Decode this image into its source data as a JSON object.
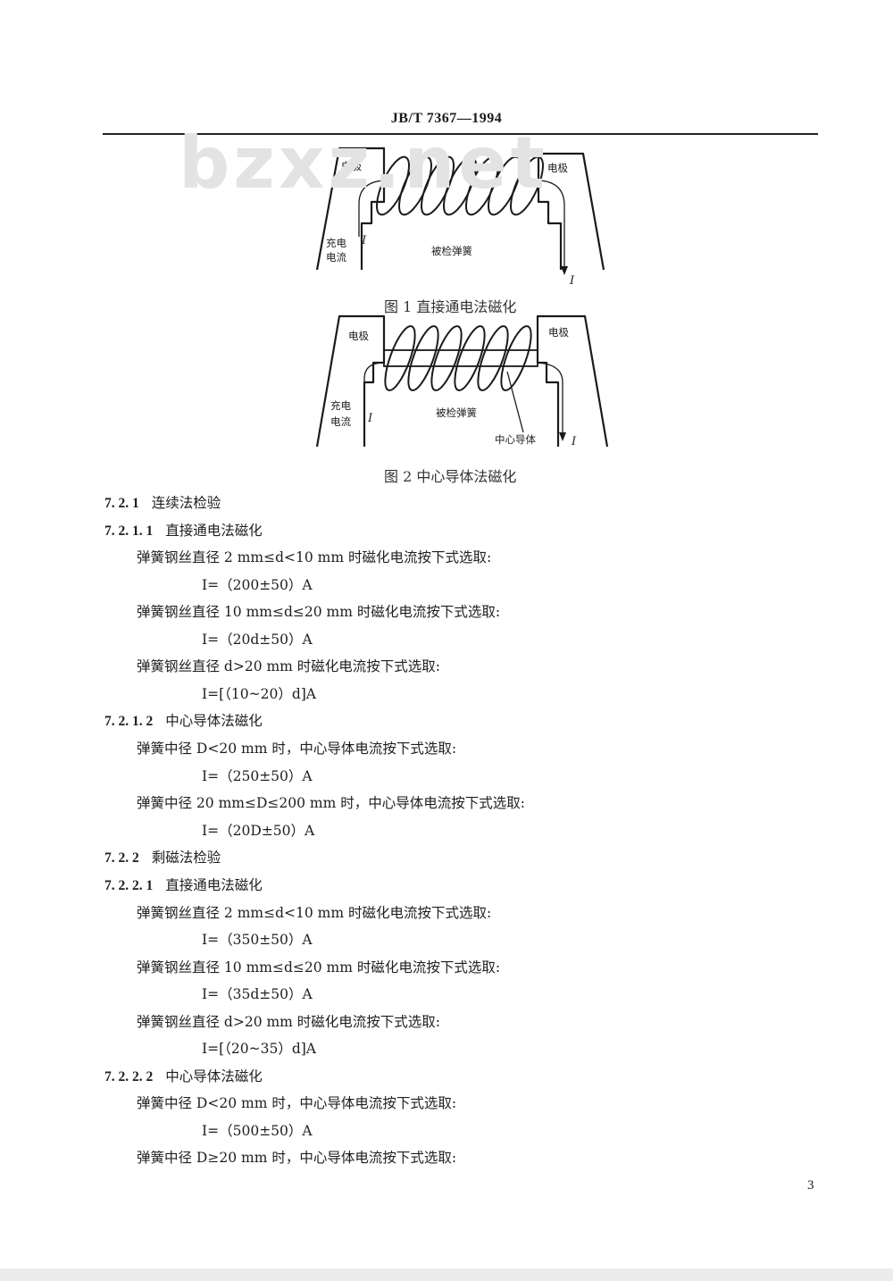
{
  "header": {
    "doc_code": "JB/T  7367—1994",
    "watermark": "bzxz.net"
  },
  "figure1": {
    "electrode_left": "电极",
    "electrode_right": "电极",
    "charge_current_1": "充电",
    "charge_current_2": "电流",
    "current_symbol": "I",
    "spring_label": "被检弹簧",
    "caption": "图 1    直接通电法磁化"
  },
  "figure2": {
    "electrode_left": "电极",
    "electrode_right": "电极",
    "charge_current_1": "充电",
    "charge_current_2": "电流",
    "current_symbol": "I",
    "spring_label": "被检弹簧",
    "conductor_label": "中心导体",
    "caption": "图 2    中心导体法磁化"
  },
  "body": {
    "s721": {
      "num": "7. 2. 1",
      "title": "连续法检验"
    },
    "s7211": {
      "num": "7. 2. 1. 1",
      "title": "直接通电法磁化"
    },
    "s7211_p1": "弹簧钢丝直径 2 mm≤d<10 mm 时磁化电流按下式选取:",
    "s7211_f1": "I=（200±50）A",
    "s7211_p2": "弹簧钢丝直径 10 mm≤d≤20 mm 时磁化电流按下式选取:",
    "s7211_f2": "I=（20d±50）A",
    "s7211_p3": "弹簧钢丝直径 d>20 mm 时磁化电流按下式选取:",
    "s7211_f3": "I=[（10~20）d]A",
    "s7212": {
      "num": "7. 2. 1. 2",
      "title": "中心导体法磁化"
    },
    "s7212_p1": "弹簧中径 D<20 mm 时，中心导体电流按下式选取:",
    "s7212_f1": "I=（250±50）A",
    "s7212_p2": "弹簧中径 20 mm≤D≤200 mm 时，中心导体电流按下式选取:",
    "s7212_f2": "I=（20D±50）A",
    "s722": {
      "num": "7. 2. 2",
      "title": "剩磁法检验"
    },
    "s7221": {
      "num": "7. 2. 2. 1",
      "title": "直接通电法磁化"
    },
    "s7221_p1": "弹簧钢丝直径 2 mm≤d<10 mm 时磁化电流按下式选取:",
    "s7221_f1": "I=（350±50）A",
    "s7221_p2": "弹簧钢丝直径 10 mm≤d≤20 mm 时磁化电流按下式选取:",
    "s7221_f2": "I=（35d±50）A",
    "s7221_p3": "弹簧钢丝直径 d>20 mm 时磁化电流按下式选取:",
    "s7221_f3": "I=[（20~35）d]A",
    "s7222": {
      "num": "7. 2. 2. 2",
      "title": "中心导体法磁化"
    },
    "s7222_p1": "弹簧中径 D<20 mm 时，中心导体电流按下式选取:",
    "s7222_f1": "I=（500±50）A",
    "s7222_p2": "弹簧中径 D≥20 mm 时，中心导体电流按下式选取:"
  },
  "footer": {
    "page_number": "3"
  }
}
